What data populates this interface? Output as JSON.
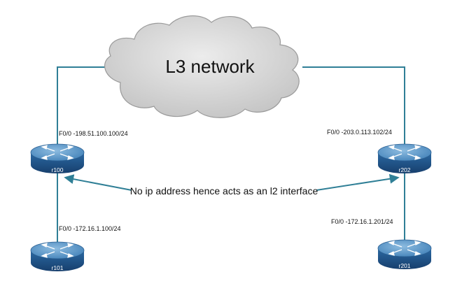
{
  "cloud": {
    "label": "L3 network"
  },
  "annotation": {
    "text": "No ip address hence acts as an l2 interface"
  },
  "routers": {
    "r100": {
      "name": "r100",
      "interface": "F0/0 -198.51.100.100/24"
    },
    "r202": {
      "name": "r202",
      "interface": "F0/0 -203.0.113.102/24"
    },
    "r101": {
      "name": "r101",
      "interface": "F0/0 -172.16.1.100/24"
    },
    "r201": {
      "name": "r201",
      "interface": "F0/0 -172.16.1.201/24"
    }
  },
  "colors": {
    "link": "#2f7f96",
    "router_top": "#5a95c4",
    "router_side": "#1f4f83",
    "cloud_fill": "#d7d7d7",
    "cloud_stroke": "#9a9a9a"
  }
}
